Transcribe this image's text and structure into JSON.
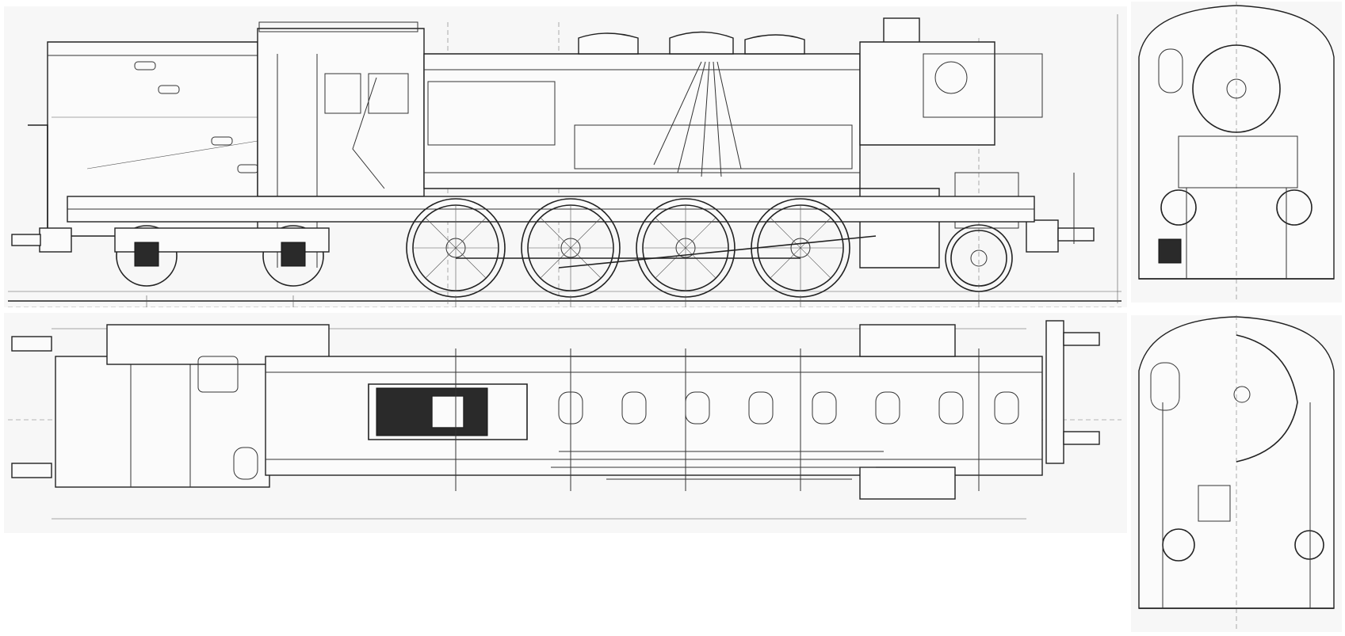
{
  "drawing": {
    "views": [
      {
        "id": "side-elevation"
      },
      {
        "id": "plan-view"
      },
      {
        "id": "front-view"
      },
      {
        "id": "rear-view"
      }
    ]
  },
  "colors": {
    "line": "#222222",
    "paper": "#f7f7f7",
    "background": "#ffffff"
  }
}
